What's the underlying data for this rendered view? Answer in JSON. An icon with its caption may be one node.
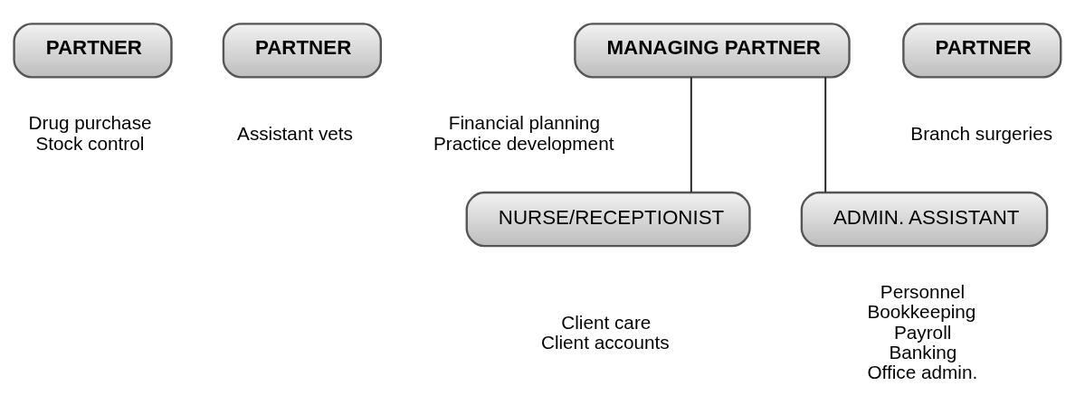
{
  "diagram": {
    "nodes": [
      {
        "text": [
          "PARTNER"
        ],
        "beside": [
          "Drug purchase",
          "Stock control"
        ]
      },
      {
        "text": [
          "PARTNER"
        ],
        "beside": [
          "Assistant vets"
        ]
      },
      {
        "text": [
          "MANAGING PARTNER"
        ],
        "beside": [
          "Financial planning",
          "Practice development"
        ]
      },
      {
        "text": [
          "PARTNER"
        ],
        "beside": [
          "Branch surgeries"
        ]
      },
      {
        "text": [
          "NURSE/RECEPTIONIST"
        ],
        "beside": [
          "Client care",
          "Client accounts"
        ]
      },
      {
        "text": [
          "ADMIN. ASSISTANT"
        ],
        "beside": [
          "Personnel",
          "Bookkeeping",
          "Payroll",
          "Banking",
          "Office admin."
        ]
      }
    ],
    "edges": [
      {
        "from": 2,
        "to": 4,
        "arrow": "none"
      },
      {
        "from": 2,
        "to": 5,
        "arrow": "none"
      }
    ]
  }
}
